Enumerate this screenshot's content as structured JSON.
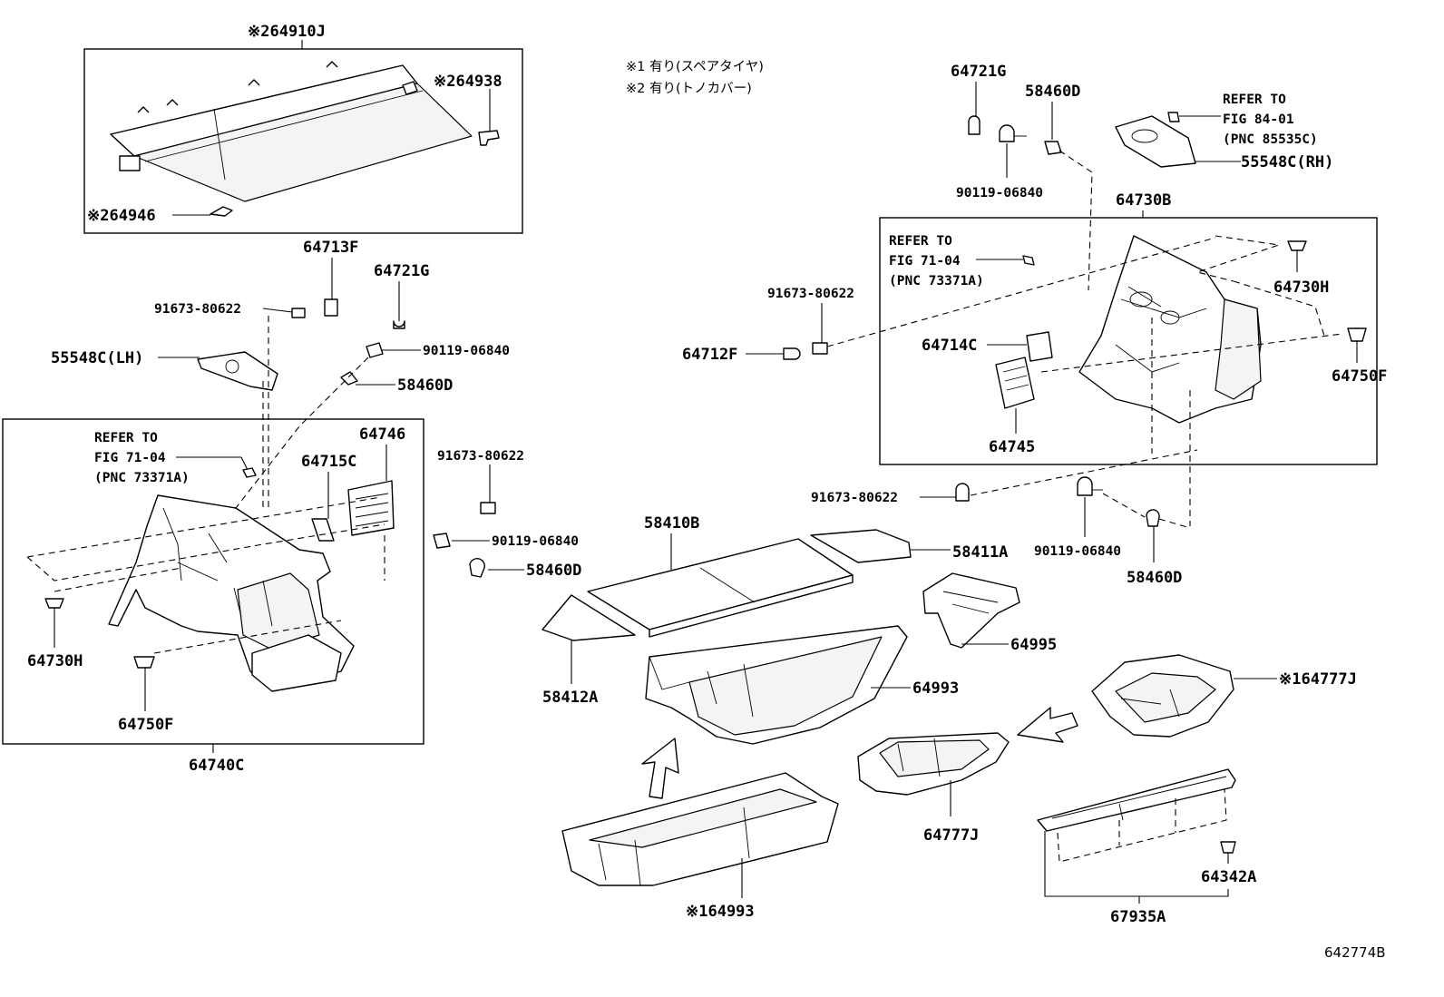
{
  "notes": {
    "n1": "※1 有り(スペアタイヤ)",
    "n2": "※2 有り(トノカバー)"
  },
  "refs": {
    "r84_1": "REFER TO",
    "r84_2": "FIG 84-01",
    "r84_3": "(PNC 85535C)",
    "r71a_1": "REFER TO",
    "r71a_2": "FIG 71-04",
    "r71a_3": "(PNC 73371A)",
    "r71b_1": "REFER TO",
    "r71b_2": "FIG 71-04",
    "r71b_3": "(PNC 73371A)"
  },
  "labels": {
    "p64910J": "※264910J",
    "p64938": "※264938",
    "p64946": "※264946",
    "p64713F": "64713F",
    "p64721G_l": "64721G",
    "p91673_1": "91673-80622",
    "p90119_1": "90119-06840",
    "p55548C_lh": "55548C(LH)",
    "p58460D_1": "58460D",
    "p64746": "64746",
    "p64715C": "64715C",
    "p91673_2": "91673-80622",
    "p90119_2": "90119-06840",
    "p58460D_2": "58460D",
    "p64730H_l": "64730H",
    "p64750F_l": "64750F",
    "p64740C": "64740C",
    "p64721G_r": "64721G",
    "p58460D_3": "58460D",
    "p90119_3": "90119-06840",
    "p55548C_rh": "55548C(RH)",
    "p64730B": "64730B",
    "p91673_3": "91673-80622",
    "p64712F": "64712F",
    "p64714C": "64714C",
    "p64745": "64745",
    "p64730H_r": "64730H",
    "p64750F_r": "64750F",
    "p91673_4": "91673-80622",
    "p90119_4": "90119-06840",
    "p58460D_4": "58460D",
    "p58410B": "58410B",
    "p58411A": "58411A",
    "p58412A": "58412A",
    "p64995": "64995",
    "p64993": "64993",
    "p64993_s": "※164993",
    "p64777J_s": "※164777J",
    "p64777J": "64777J",
    "p64342A": "64342A",
    "p67935A": "67935A"
  },
  "figure_id": "642774B"
}
